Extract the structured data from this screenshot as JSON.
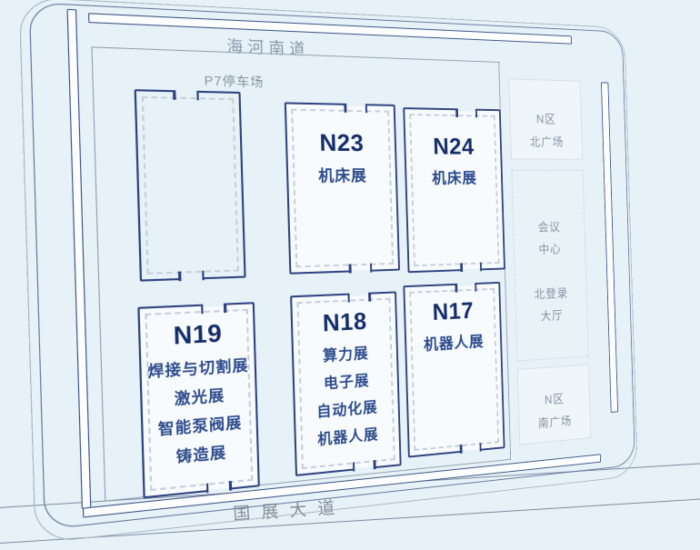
{
  "colors": {
    "page_bg": "#e6f2f7",
    "hall_fill": "#f8fbfd",
    "hall_border": "#2f4280",
    "hall_id_text": "#152e6b",
    "hall_name_text": "#2c4a8c",
    "muted_text": "#8793a5",
    "light_border": "#d8dee8",
    "dashed_inner": "#c7cfdc",
    "frame_border": "#64779e"
  },
  "roads": {
    "top_label": "海河南道",
    "bottom_label": "国展大道"
  },
  "parking": {
    "label": "P7停车场"
  },
  "halls": [
    {
      "id": "N23",
      "exhibitions": [
        "机床展"
      ]
    },
    {
      "id": "N24",
      "exhibitions": [
        "机床展"
      ]
    },
    {
      "id": "N19",
      "exhibitions": [
        "焊接与切割展",
        "激光展",
        "智能泵阀展",
        "铸造展"
      ]
    },
    {
      "id": "N18",
      "exhibitions": [
        "算力展",
        "电子展",
        "自动化展",
        "机器人展"
      ]
    },
    {
      "id": "N17",
      "exhibitions": [
        "机器人展"
      ]
    }
  ],
  "side_areas": {
    "north_plaza": {
      "lines": [
        "N区",
        "北广场"
      ]
    },
    "conference_center": {
      "lines": [
        "会议",
        "中心",
        "北登录",
        "大厅"
      ]
    },
    "south_plaza": {
      "lines": [
        "N区",
        "南广场"
      ]
    }
  }
}
